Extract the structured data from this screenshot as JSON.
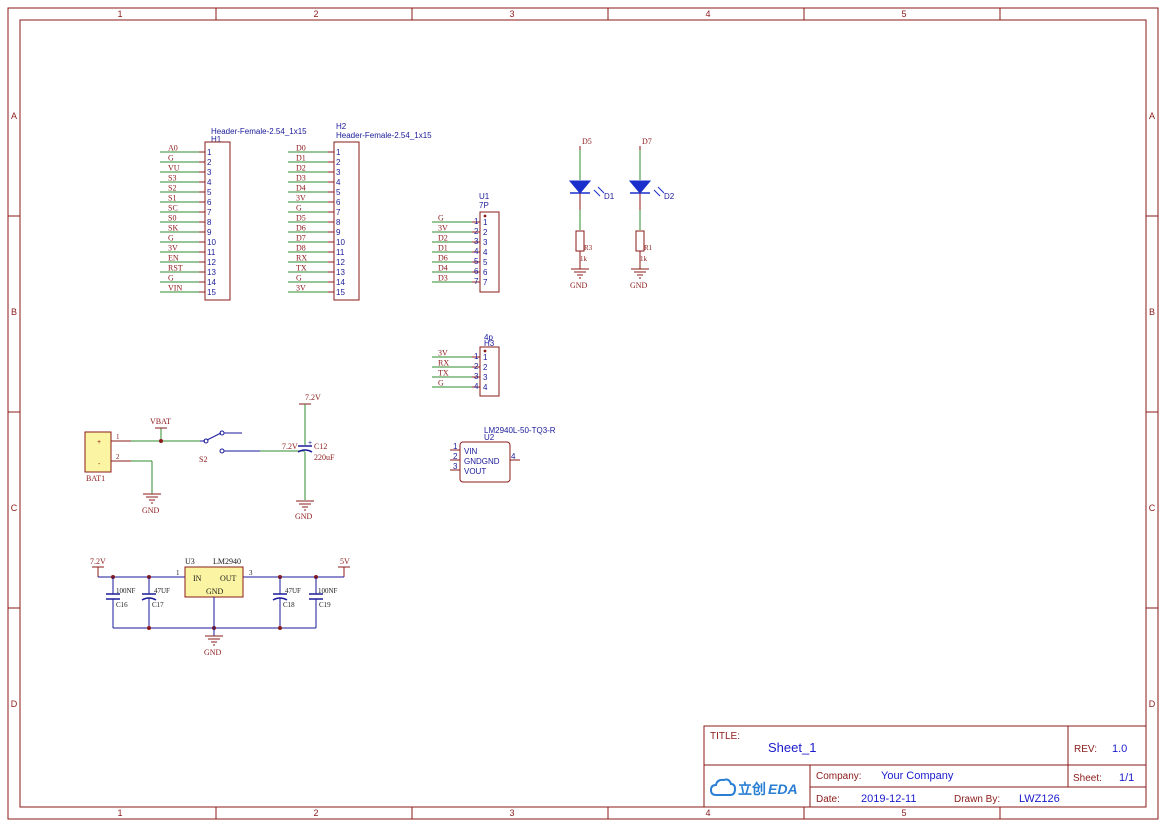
{
  "frame": {
    "col_labels": [
      "1",
      "2",
      "3",
      "4",
      "5"
    ],
    "row_labels": [
      "A",
      "B",
      "C",
      "D"
    ]
  },
  "title_block": {
    "title_label": "TITLE:",
    "title": "Sheet_1",
    "rev_label": "REV:",
    "rev": "1.0",
    "logo_cn": "立创",
    "logo_en": "EDA",
    "company_label": "Company:",
    "company": "Your Company",
    "sheet_label": "Sheet:",
    "sheet": "1/1",
    "date_label": "Date:",
    "date": "2019-12-11",
    "drawn_label": "Drawn By:",
    "drawn_by": "LWZ126"
  },
  "h1": {
    "designator": "H1",
    "part": "Header-Female-2.54_1x15",
    "nets": [
      "A0",
      "G",
      "VU",
      "S3",
      "S2",
      "S1",
      "SC",
      "S0",
      "SK",
      "G",
      "3V",
      "EN",
      "RST",
      "G",
      "VIN"
    ],
    "pins": [
      "1",
      "2",
      "3",
      "4",
      "5",
      "6",
      "7",
      "8",
      "9",
      "10",
      "11",
      "12",
      "13",
      "14",
      "15"
    ]
  },
  "h2": {
    "designator": "H2",
    "part": "Header-Female-2.54_1x15",
    "nets": [
      "D0",
      "D1",
      "D2",
      "D3",
      "D4",
      "3V",
      "G",
      "D5",
      "D6",
      "D7",
      "D8",
      "RX",
      "TX",
      "G",
      "3V"
    ],
    "pins": [
      "1",
      "2",
      "3",
      "4",
      "5",
      "6",
      "7",
      "8",
      "9",
      "10",
      "11",
      "12",
      "13",
      "14",
      "15"
    ]
  },
  "u1": {
    "designator": "U1",
    "part": "7P",
    "nets": [
      "G",
      "3V",
      "D2",
      "D1",
      "D6",
      "D4",
      "D3"
    ],
    "pins": [
      "1",
      "2",
      "3",
      "4",
      "5",
      "6",
      "7"
    ],
    "pins_inner": [
      "1",
      "2",
      "3",
      "4",
      "5",
      "6",
      "7"
    ]
  },
  "h3": {
    "designator": "H3",
    "part": "4p",
    "nets": [
      "3V",
      "RX",
      "TX",
      "G"
    ],
    "pins": [
      "1",
      "2",
      "3",
      "4"
    ],
    "pins_inner": [
      "1",
      "2",
      "3",
      "4"
    ]
  },
  "leds": [
    {
      "net": "D5",
      "led": "D1",
      "res": "R3",
      "value": "1k",
      "gnd": "GND"
    },
    {
      "net": "D7",
      "led": "D2",
      "res": "R1",
      "value": "1k",
      "gnd": "GND"
    }
  ],
  "battery": {
    "designator": "BAT1",
    "plus": "+",
    "minus": "-",
    "pin1": "1",
    "pin2": "2",
    "vbat": "VBAT",
    "gnd": "GND"
  },
  "switch": {
    "designator": "S2",
    "net_out": "7.2V"
  },
  "c12": {
    "designator": "C12",
    "value": "220uF",
    "top_net": "7.2V",
    "gnd": "GND",
    "plus": "+"
  },
  "u2": {
    "designator": "U2",
    "part": "LM2940L-50-TQ3-R",
    "pins": [
      "1",
      "2",
      "3"
    ],
    "pin_right": "4",
    "pin_names": [
      "VIN",
      "GNDGND",
      "VOUT"
    ]
  },
  "regulator": {
    "designator": "U3",
    "part": "LM2940",
    "in_label": "IN",
    "out_label": "OUT",
    "gnd_label": "GND",
    "pin_in": "1",
    "pin_out": "3",
    "in_net": "7.2V",
    "out_net": "5V",
    "gnd": "GND",
    "caps": [
      {
        "designator": "C16",
        "value": "100NF"
      },
      {
        "designator": "C17",
        "value": "47UF"
      },
      {
        "designator": "C18",
        "value": "47UF"
      },
      {
        "designator": "C19",
        "value": "100NF"
      }
    ]
  },
  "colors": {
    "frame": "#8b1a1a",
    "wire": "#2e8b2e",
    "part": "#8b1a1a",
    "pin_text": "#1a1a99",
    "reg_fill": "#fbf5a3",
    "led": "#1a2ecc",
    "title_value": "#1a1acc"
  }
}
